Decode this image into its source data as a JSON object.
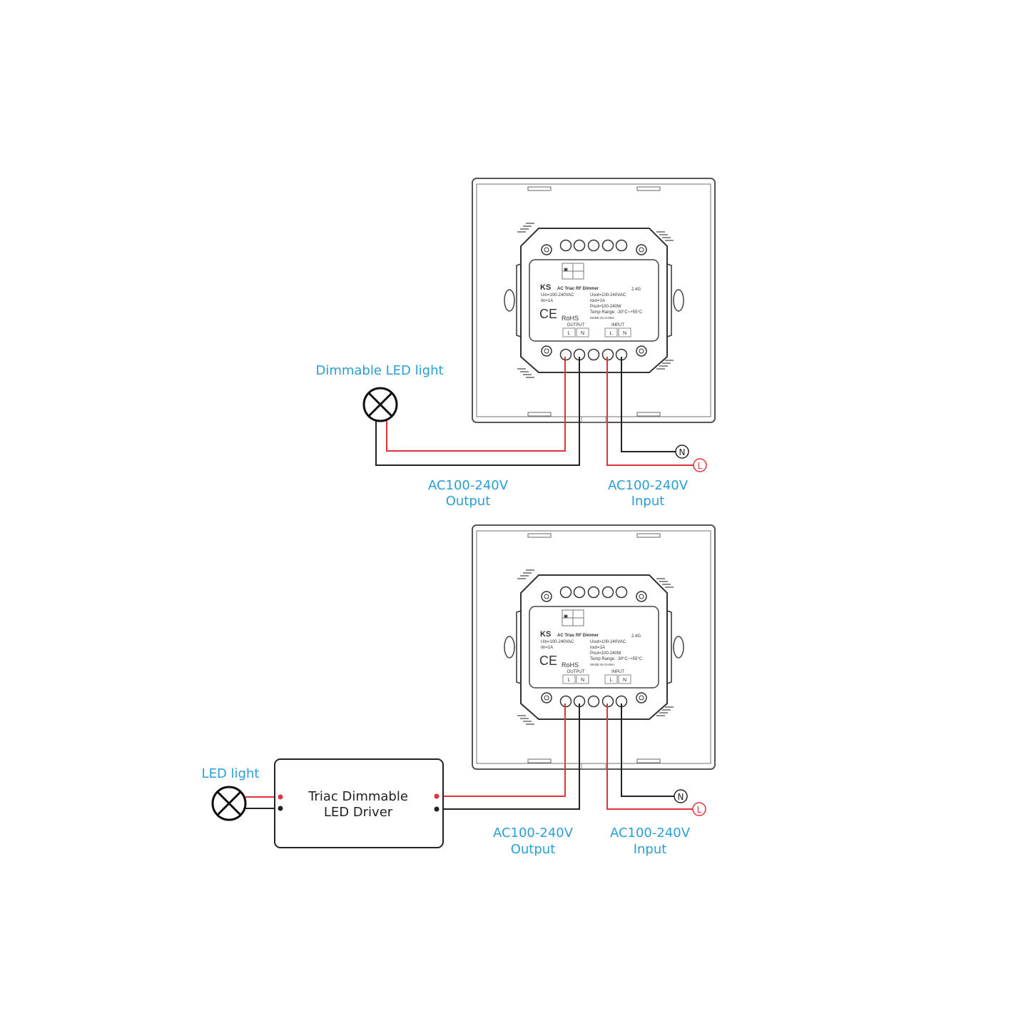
{
  "colors": {
    "label": "#2a9fd6",
    "live_wire": "#e0333a",
    "neutral_wire": "#222222"
  },
  "module_label": {
    "brand": "KS",
    "model": "AC Triac RF Dimmer",
    "frequency": "2.4G",
    "uin": "Uin=100-240VAC",
    "iin": "Iin=1A",
    "uout": "Uout=100-240VAC",
    "iout": "Iout=1A",
    "pout": "Pout=100-240W",
    "temp": "Temp Range: -30°C~+55°C",
    "made_in": "MADE IN CHINA",
    "ce": "CE",
    "rohs": "RoHS",
    "output": "OUTPUT",
    "input": "INPUT",
    "terminal_l": "L",
    "terminal_n": "N"
  },
  "diagram1": {
    "load_label": "Dimmable LED light",
    "output_label": [
      "AC100-240V",
      "Output"
    ],
    "input_label": [
      "AC100-240V",
      "Input"
    ],
    "n_marker": "N",
    "l_marker": "L"
  },
  "diagram2": {
    "load_label": "LED light",
    "driver_label": [
      "Triac Dimmable",
      "LED Driver"
    ],
    "output_label": [
      "AC100-240V",
      "Output"
    ],
    "input_label": [
      "AC100-240V",
      "Input"
    ],
    "n_marker": "N",
    "l_marker": "L"
  }
}
